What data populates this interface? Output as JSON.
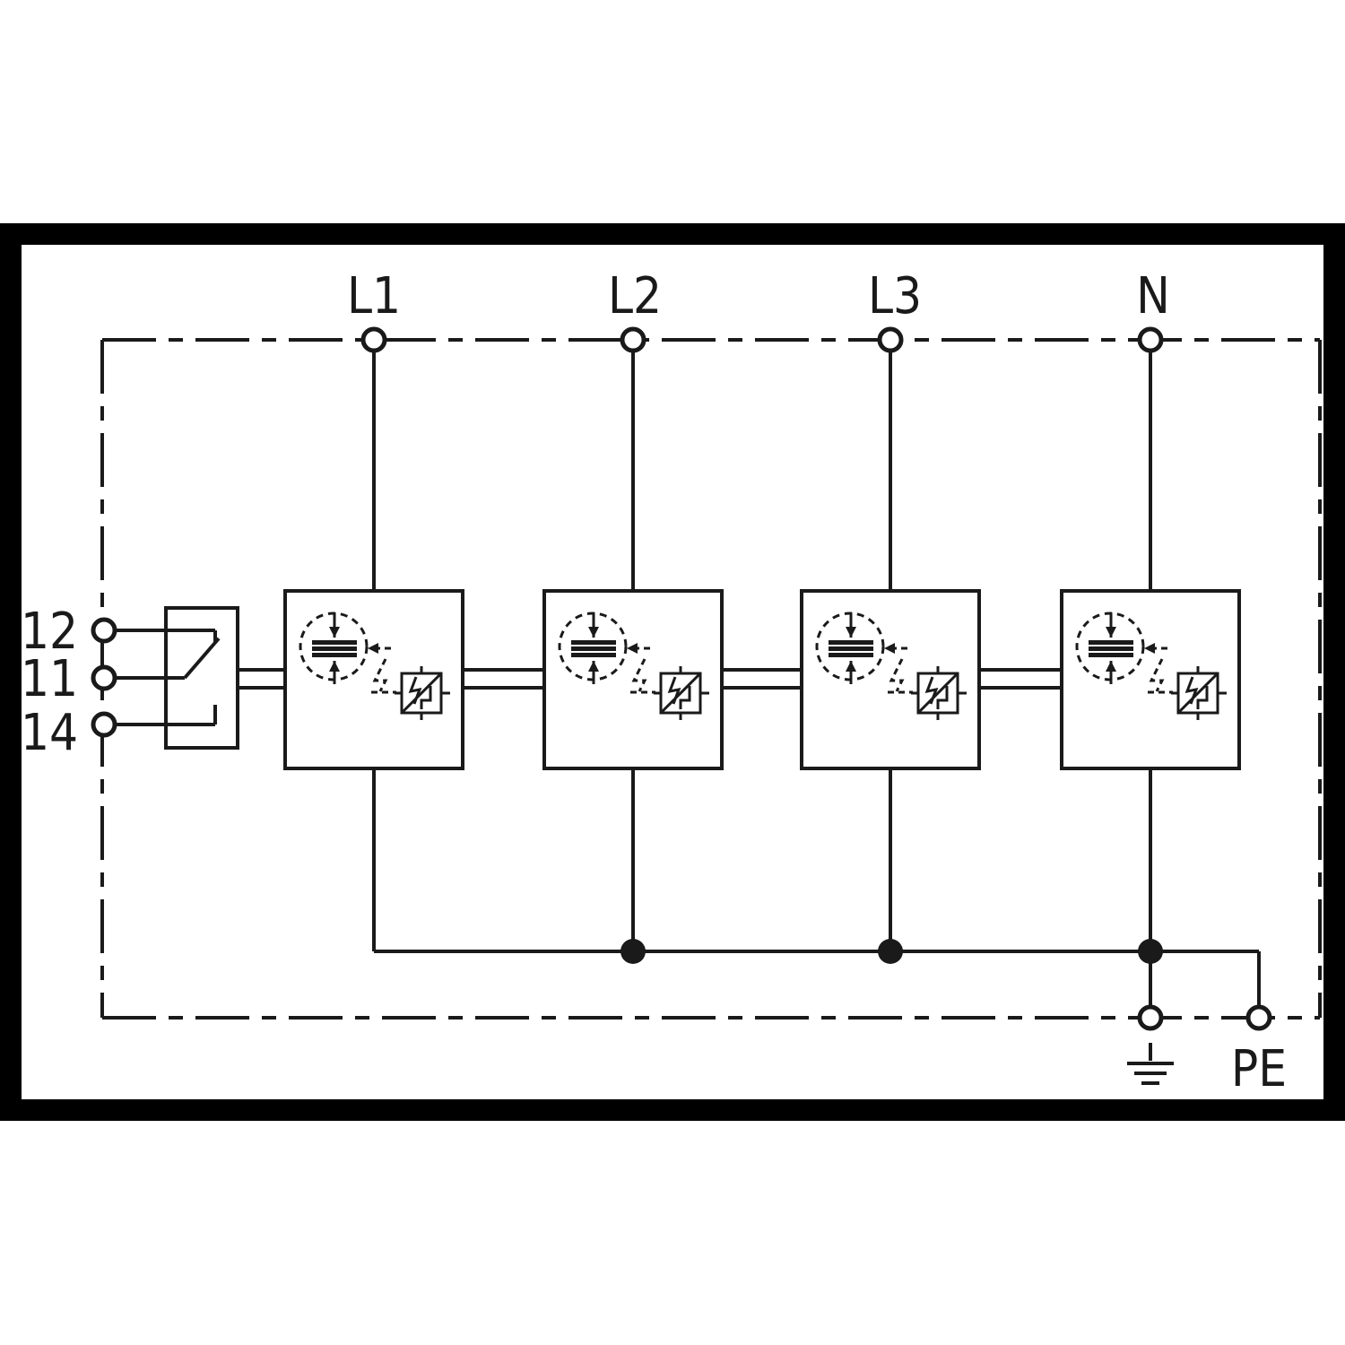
{
  "labels": {
    "l1": "L1",
    "l2": "L2",
    "l3": "L3",
    "n": "N",
    "t12": "12",
    "t11": "11",
    "t14": "14",
    "pe": "PE"
  },
  "colors": {
    "line": "#1a1a1a",
    "frame": "#000000",
    "background": "#ffffff"
  }
}
